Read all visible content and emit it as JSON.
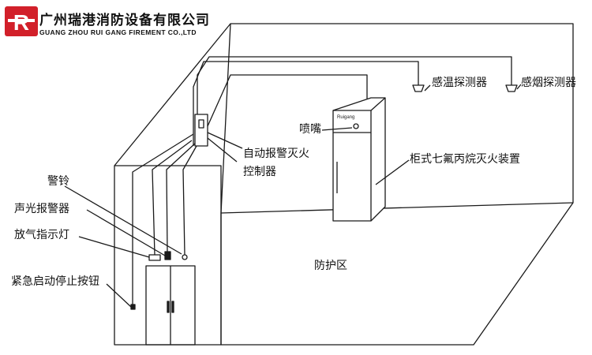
{
  "company": {
    "name_cn": "广州瑞港消防设备有限公司",
    "name_en": "GUANG ZHOU RUI GANG FIREMENT CO.,LTD"
  },
  "labels": {
    "bell": "警铃",
    "strobe_alarm": "声光报警器",
    "discharge_light": "放气指示灯",
    "emergency_button": "紧急启动停止按钮",
    "controller_line1": "自动报警灭火",
    "controller_line2": "控制器",
    "nozzle": "喷嘴",
    "cabinet_system": "柜式七氟丙烷灭火装置",
    "heat_detector": "感温探测器",
    "smoke_detector": "感烟探测器",
    "protected_zone": "防护区"
  },
  "cabinet_brand": "Ruigang",
  "colors": {
    "brand_red": "#d2202a",
    "line": "#1a1a1a"
  }
}
